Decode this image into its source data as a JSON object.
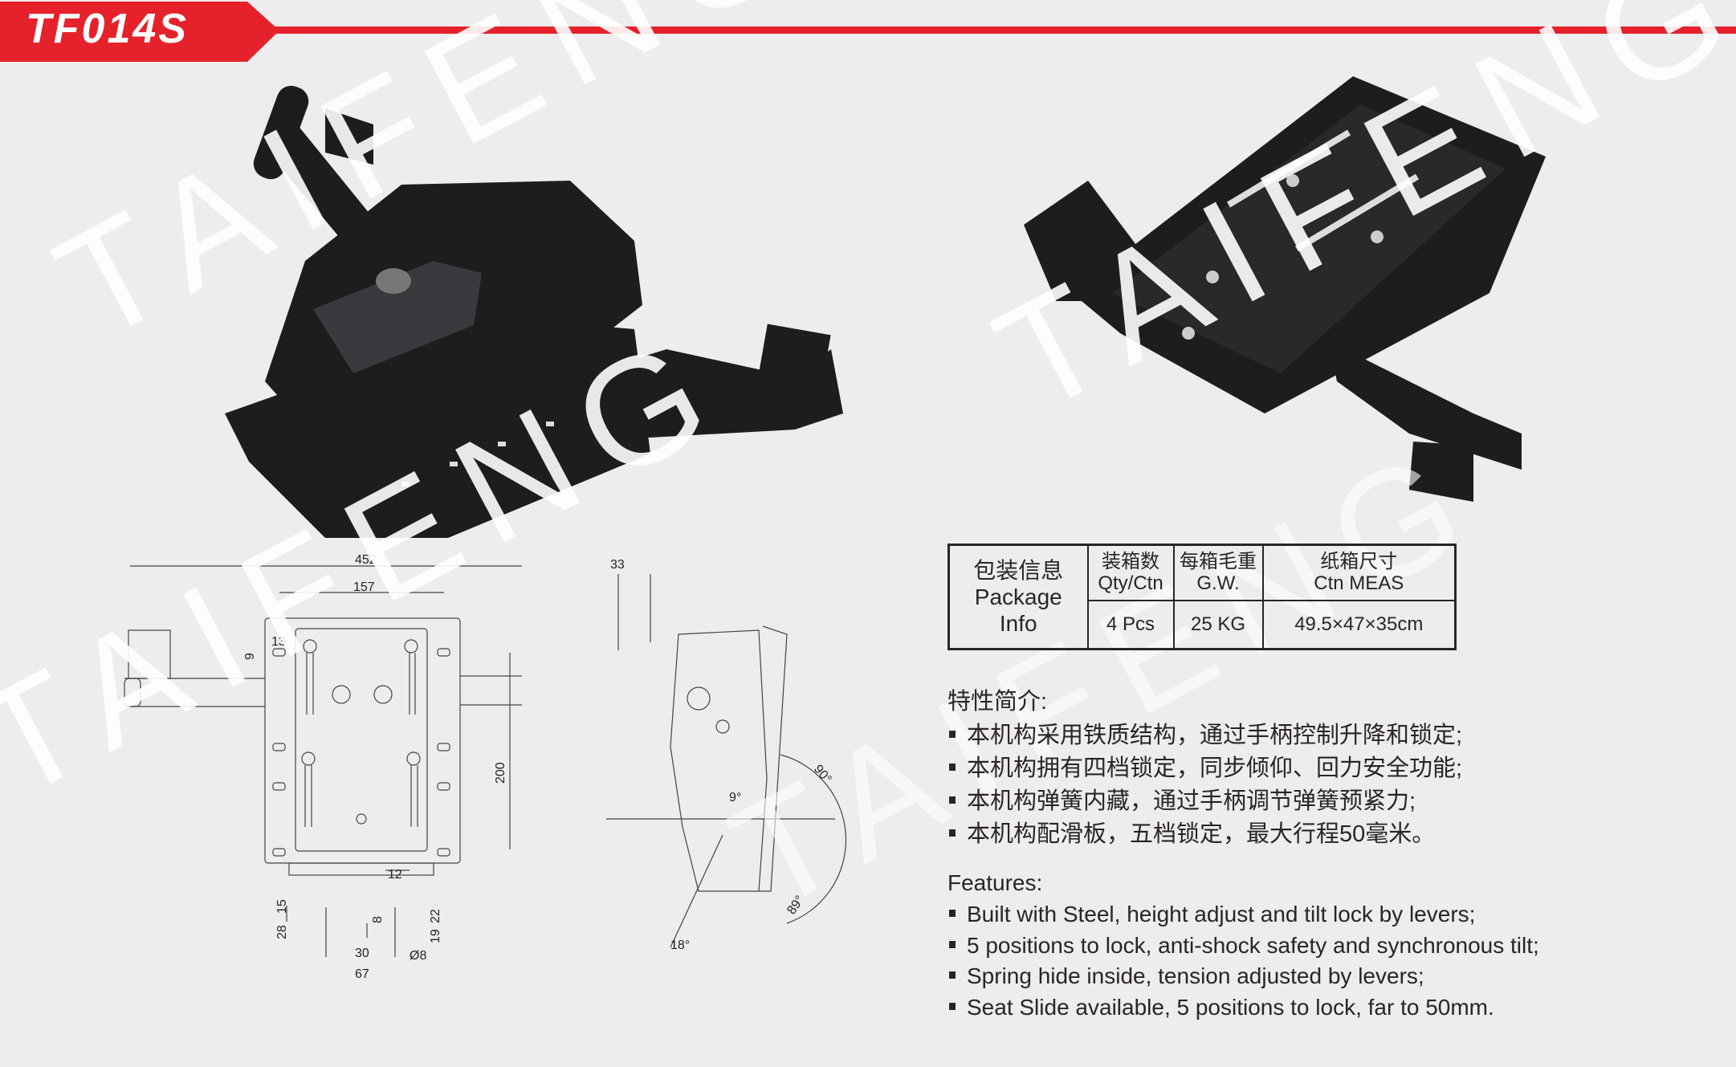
{
  "header": {
    "model": "TF014S",
    "accent_color": "#e5222b"
  },
  "watermark": "TAIFENG",
  "drawing": {
    "top_view": {
      "dims": [
        "452",
        "157",
        "13",
        "9",
        "200",
        "12",
        "28",
        "15",
        "8",
        "22",
        "19",
        "30",
        "67",
        "Ø8"
      ]
    },
    "side_view": {
      "dims": [
        "33",
        "90°",
        "9°",
        "89°",
        "18°"
      ]
    }
  },
  "package": {
    "title_cn": "包装信息",
    "title_en1": "Package",
    "title_en2": "Info",
    "columns": [
      {
        "cn": "装箱数",
        "en": "Qty/Ctn",
        "value": "4 Pcs"
      },
      {
        "cn": "每箱毛重",
        "en": "G.W.",
        "value": "25 KG"
      },
      {
        "cn": "纸箱尺寸",
        "en": "Ctn MEAS",
        "value": "49.5×47×35cm"
      }
    ]
  },
  "features_cn": {
    "title": "特性简介:",
    "items": [
      "本机构采用铁质结构，通过手柄控制升降和锁定;",
      "本机构拥有四档锁定，同步倾仰、回力安全功能;",
      "本机构弹簧内藏，通过手柄调节弹簧预紧力;",
      "本机构配滑板，五档锁定，最大行程50毫米。"
    ]
  },
  "features_en": {
    "title": "Features:",
    "items": [
      "Built with Steel, height adjust and tilt lock by levers;",
      "5 positions to lock, anti-shock safety and synchronous tilt;",
      "Spring hide inside, tension adjusted by levers;",
      "Seat Slide available, 5 positions to lock, far to 50mm."
    ]
  }
}
